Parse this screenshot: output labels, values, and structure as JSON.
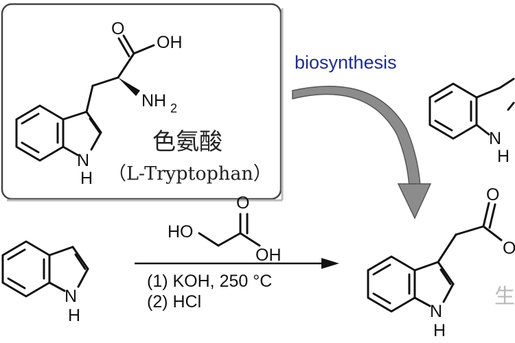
{
  "box": {
    "cjk_name": "色氨酸",
    "latin_name": "（L-Tryptophan）"
  },
  "tryptophan": {
    "o_label": "O",
    "oh_label": "OH",
    "nh2_label": "NH",
    "nh2_sub": "2",
    "indole_n": "N",
    "indole_h": "H"
  },
  "biosynthesis_label": "biosynthesis",
  "glycolic": {
    "ho_label": "HO",
    "o_label": "O",
    "oh_label": "OH"
  },
  "indole": {
    "n": "N",
    "h": "H"
  },
  "conditions": {
    "step1": "(1) KOH, 250 °C",
    "step2": "(2) HCl"
  },
  "product": {
    "o_label": "O",
    "o2_label": "O",
    "n": "N",
    "h": "H"
  },
  "right_top": {
    "n": "N",
    "h": "H"
  },
  "watermark": "生"
}
